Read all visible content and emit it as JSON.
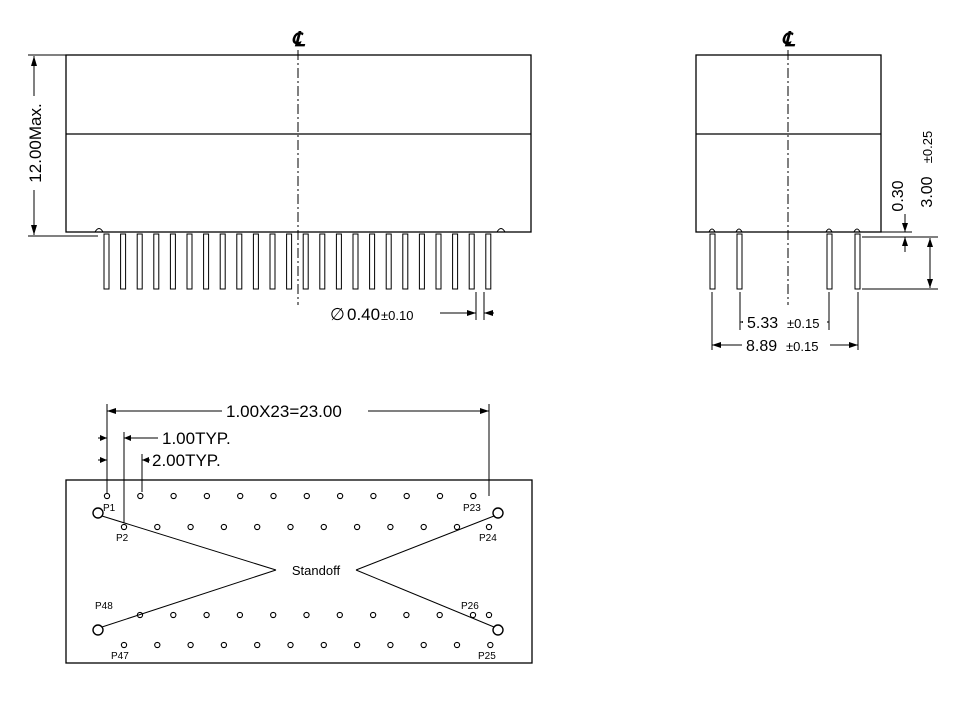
{
  "front_view": {
    "centerline_symbol": "℄",
    "height_dim": "12.00Max.",
    "pin_dia_symbol": "∅",
    "pin_dia_value": "0.40",
    "pin_dia_tol": "±0.10"
  },
  "side_view": {
    "centerline_symbol": "℄",
    "standoff_dim": "0.30",
    "pin_length_value": "3.00",
    "pin_length_tol": "±0.25",
    "row_spacing_inner_value": "5.33",
    "row_spacing_inner_tol": "±0.15",
    "row_spacing_outer_value": "8.89",
    "row_spacing_outer_tol": "±0.15"
  },
  "bottom_view": {
    "pitch_total": "1.00X23=23.00",
    "pitch_typ": "1.00TYP.",
    "row_pitch_typ": "2.00TYP.",
    "standoff_label": "Standoff",
    "pin_labels": {
      "p1": "P1",
      "p2": "P2",
      "p23": "P23",
      "p24": "P24",
      "p25": "P25",
      "p26": "P26",
      "p47": "P47",
      "p48": "P48"
    }
  }
}
